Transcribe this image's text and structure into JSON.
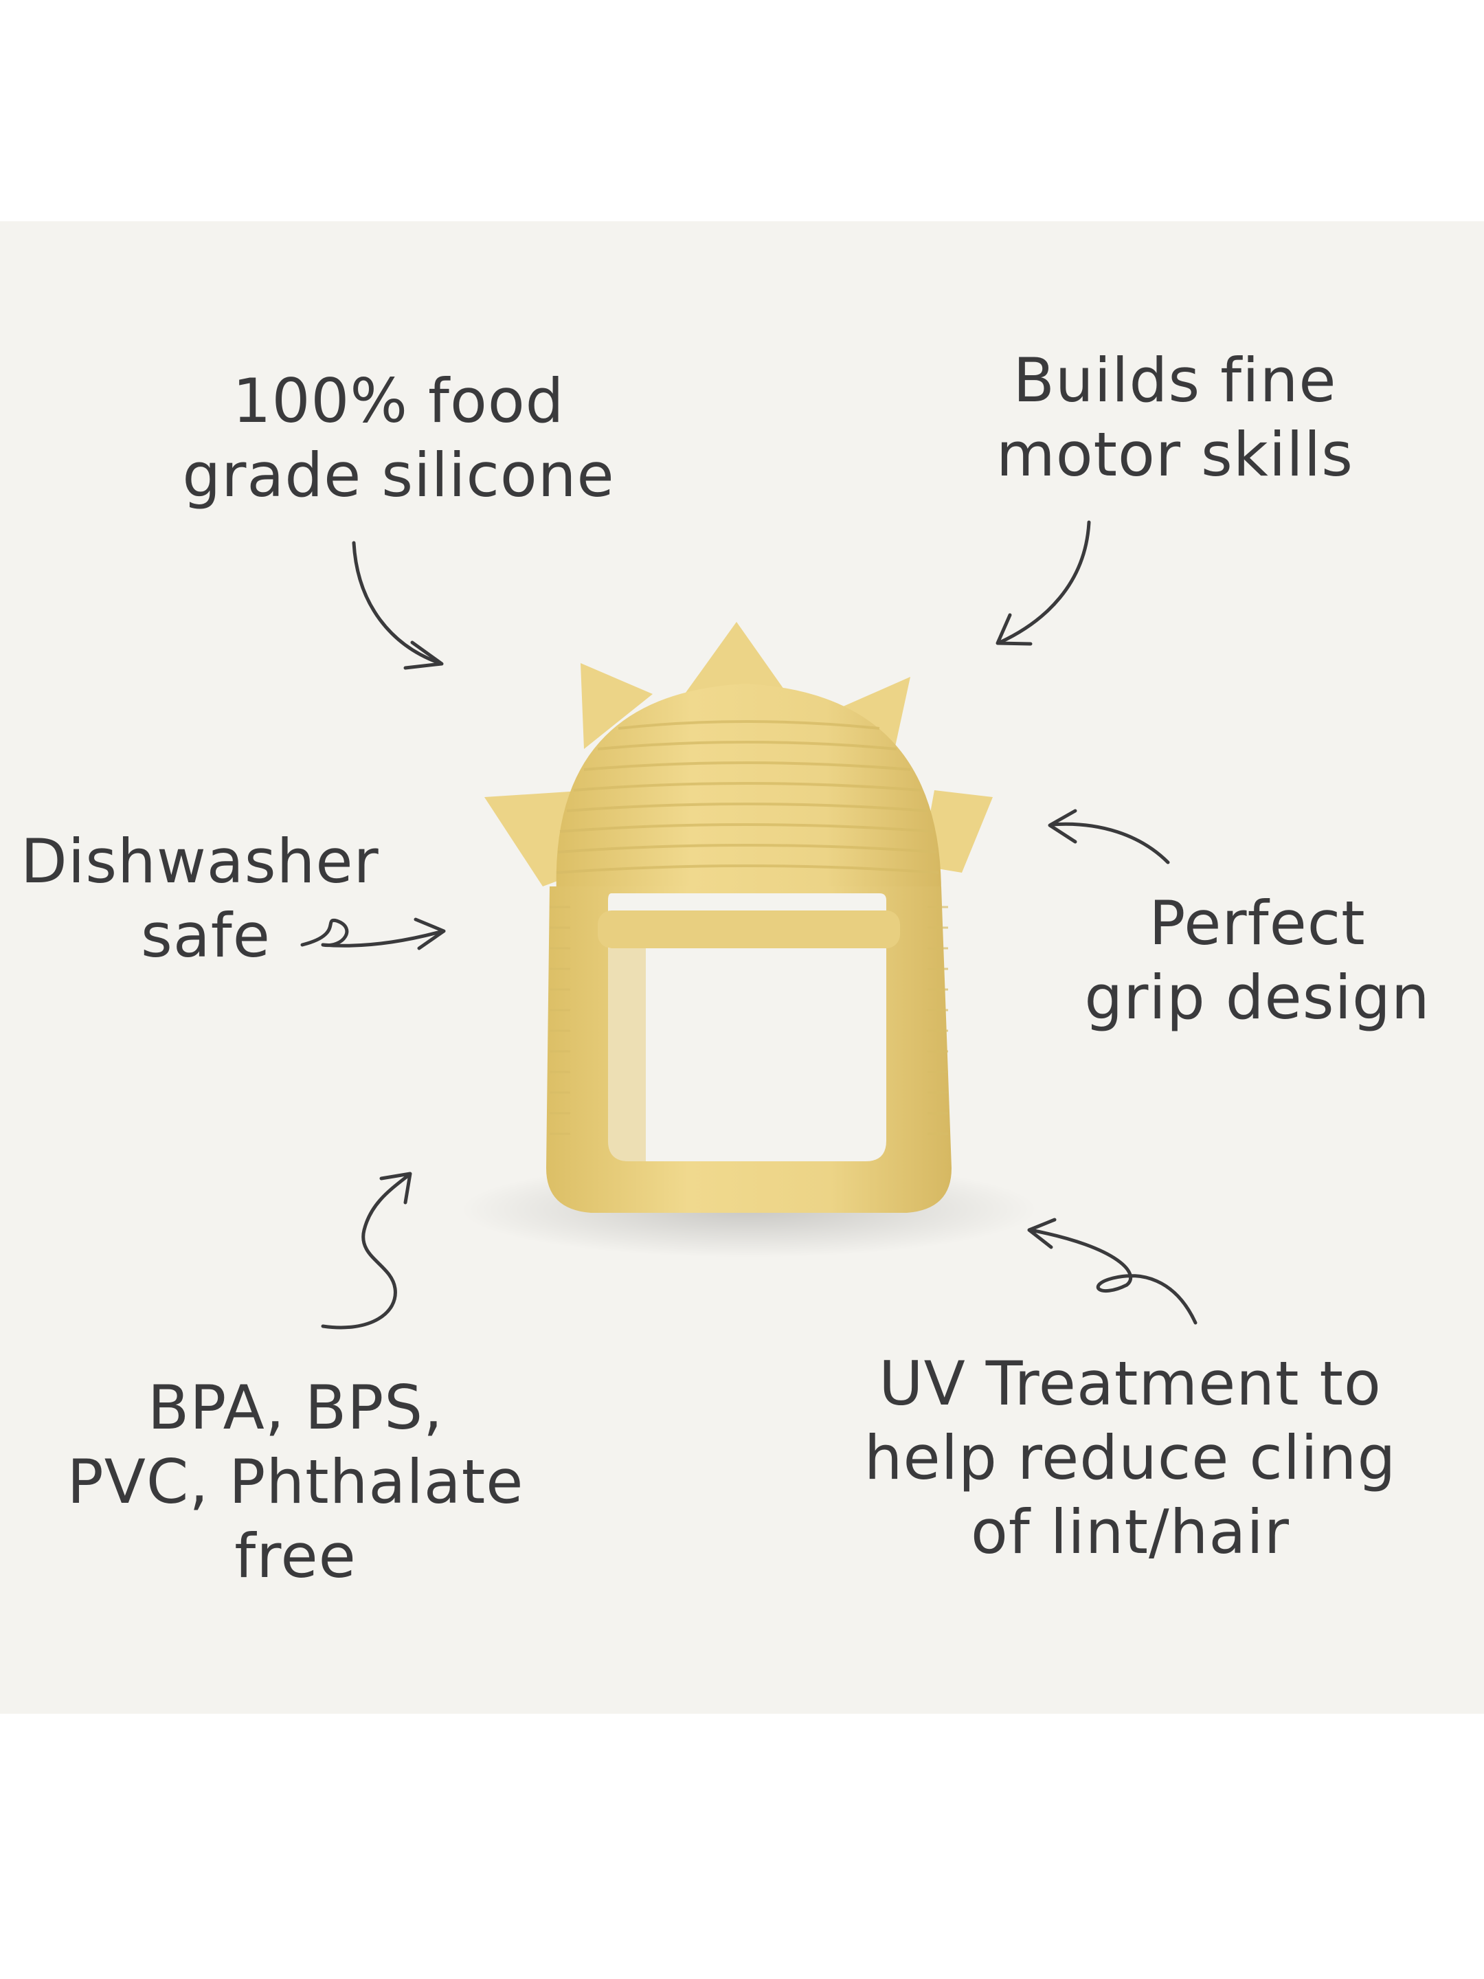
{
  "features": {
    "food_grade": {
      "lines": [
        "100% food",
        "grade silicone"
      ]
    },
    "motor_skills": {
      "lines": [
        "Builds fine",
        "motor skills"
      ]
    },
    "dishwasher": {
      "lines": [
        "Dishwasher",
        "safe"
      ]
    },
    "grip": {
      "lines": [
        "Perfect",
        "grip design"
      ]
    },
    "bpa_free": {
      "lines": [
        "BPA, BPS,",
        "PVC, Phthalate",
        "free"
      ]
    },
    "uv": {
      "lines": [
        "UV Treatment to",
        "help reduce cling",
        "of lint/hair"
      ]
    }
  },
  "colors": {
    "background": "#f4f3ef",
    "text": "#3a3a3c",
    "product": "#ecd487",
    "product_shadow": "#d8bd6a"
  },
  "icons": [
    "arrow-icon",
    "teether-product-image"
  ]
}
